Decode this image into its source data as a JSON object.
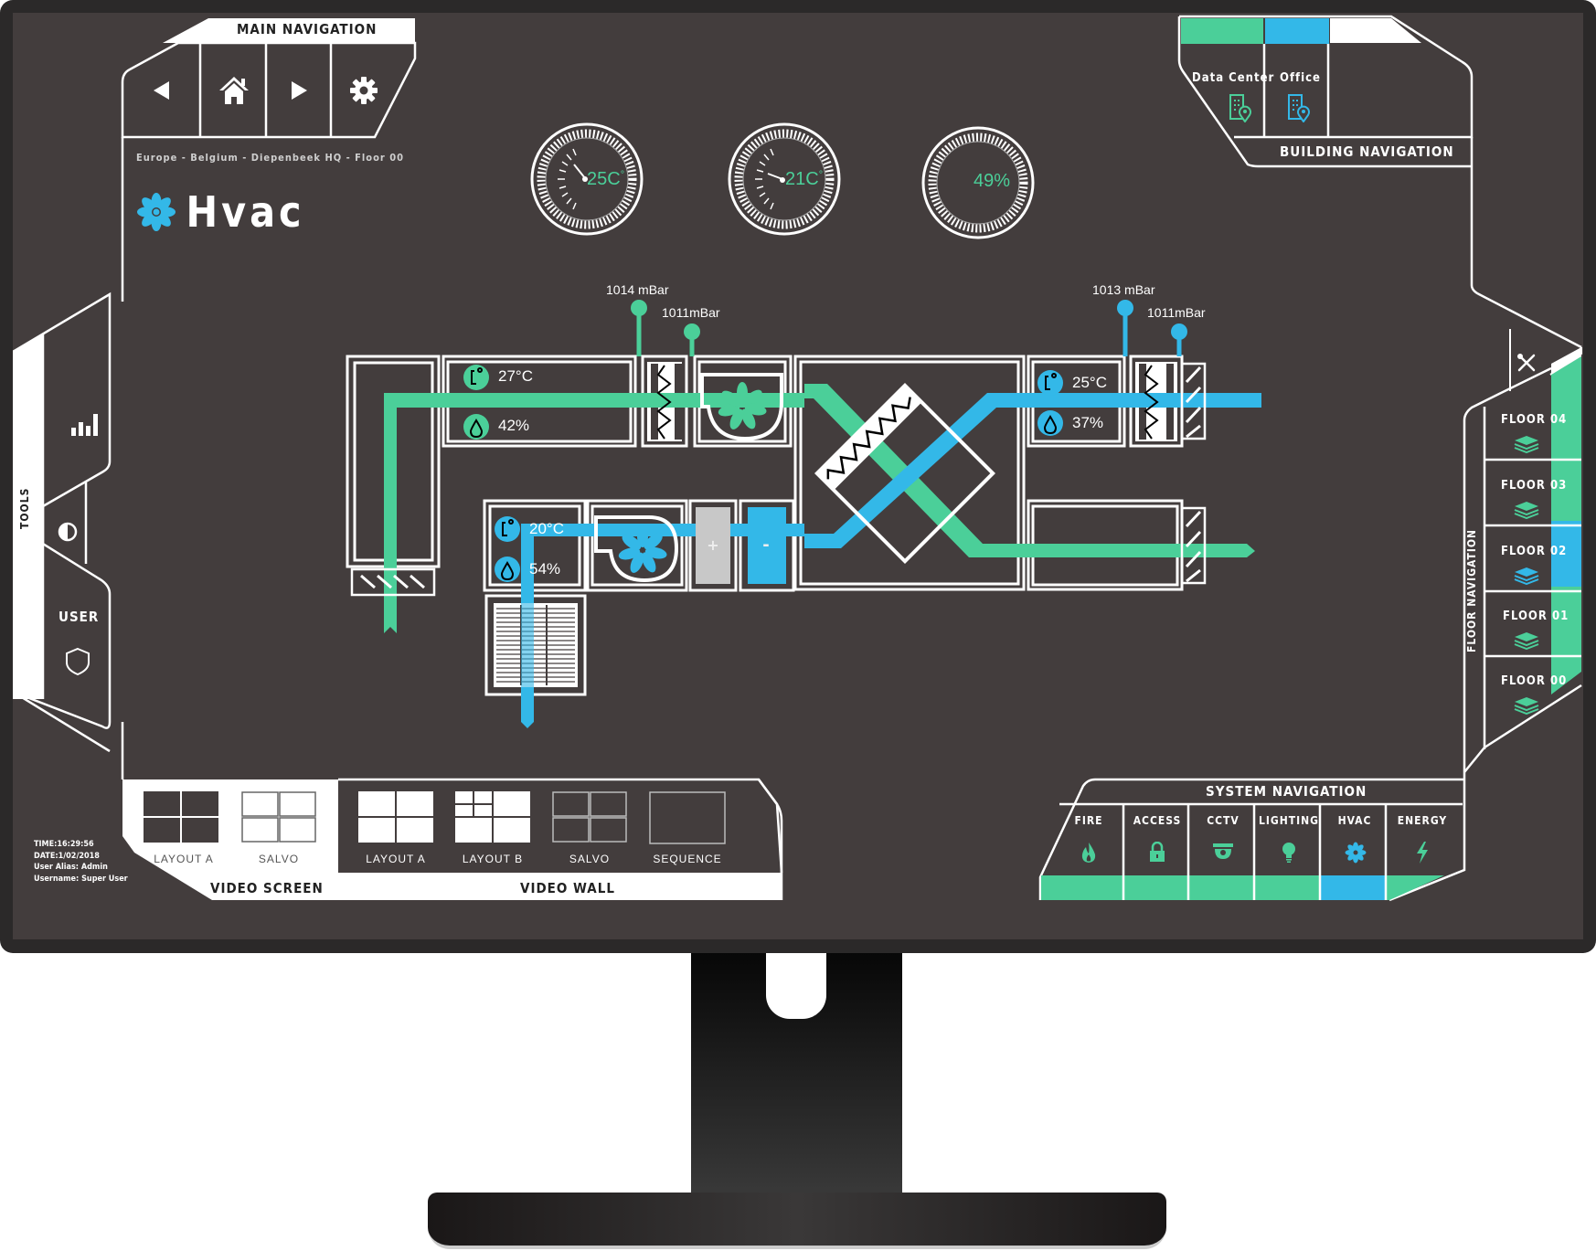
{
  "colors": {
    "green": "#4bcf99",
    "blue": "#33b8e8",
    "panel": "#433d3d",
    "white": "#ffffff",
    "gray": "#c8c8c8"
  },
  "main_nav": {
    "title": "MAIN NAVIGATION",
    "buttons": [
      {
        "name": "back",
        "icon": "triangle-left-icon"
      },
      {
        "name": "home",
        "icon": "home-icon"
      },
      {
        "name": "forward",
        "icon": "triangle-right-icon"
      },
      {
        "name": "settings",
        "icon": "gear-icon"
      }
    ]
  },
  "breadcrumb": "Europe - Belgium - Diepenbeek HQ - Floor 00",
  "page_title": "Hvac",
  "gauges": [
    {
      "value": "25C",
      "unit": "°",
      "kind": "temperature"
    },
    {
      "value": "21C",
      "unit": "°",
      "kind": "temperature"
    },
    {
      "value": "49%",
      "kind": "percentage"
    }
  ],
  "building_nav": {
    "title": "BUILDING NAVIGATION",
    "items": [
      {
        "label": "Data Center",
        "color": "#4bcf99",
        "icon": "building-location-icon"
      },
      {
        "label": "Office",
        "color": "#33b8e8",
        "icon": "building-location-icon"
      }
    ]
  },
  "tools_sidebar": {
    "label": "TOOLS",
    "items": [
      {
        "icon": "bar-chart-icon"
      },
      {
        "icon": "contrast-icon"
      }
    ],
    "user_label": "USER",
    "user_icon": "shield-icon"
  },
  "floor_nav": {
    "title": "FLOOR NAVIGATION",
    "tools_icon": "wrench-screwdriver-icon",
    "floors": [
      {
        "label": "FLOOR 04",
        "color": "#4bcf99"
      },
      {
        "label": "FLOOR 03",
        "color": "#4bcf99"
      },
      {
        "label": "FLOOR 02",
        "color": "#33b8e8"
      },
      {
        "label": "FLOOR 01",
        "color": "#4bcf99"
      },
      {
        "label": "FLOOR 00",
        "color": "#4bcf99"
      }
    ]
  },
  "diagram": {
    "pressures": [
      {
        "label": "1014 mBar",
        "color": "#4bcf99"
      },
      {
        "label": "1011mBar",
        "color": "#4bcf99"
      },
      {
        "label": "1013 mBar",
        "color": "#33b8e8"
      },
      {
        "label": "1011mBar",
        "color": "#33b8e8"
      }
    ],
    "sensors": [
      {
        "temp": "27°C",
        "humidity": "42%",
        "color": "#4bcf99"
      },
      {
        "temp": "25°C",
        "humidity": "37%",
        "color": "#33b8e8"
      },
      {
        "temp": "20°C",
        "humidity": "54%",
        "color": "#33b8e8"
      }
    ],
    "heater_label": "+",
    "cooler_label": "-"
  },
  "status_info": {
    "time": "TIME:16:29:56",
    "date": "DATE:1/02/2018",
    "alias": "User Alias: Admin",
    "username": "Username: Super User"
  },
  "video_screen": {
    "title": "VIDEO SCREEN",
    "layouts": [
      {
        "label": "LAYOUT A"
      },
      {
        "label": "SALVO"
      }
    ]
  },
  "video_wall": {
    "title": "VIDEO WALL",
    "layouts": [
      {
        "label": "LAYOUT A"
      },
      {
        "label": "LAYOUT B"
      },
      {
        "label": "SALVO"
      },
      {
        "label": "SEQUENCE"
      }
    ]
  },
  "system_nav": {
    "title": "SYSTEM NAVIGATION",
    "items": [
      {
        "label": "FIRE",
        "icon": "flame-icon",
        "color": "#4bcf99"
      },
      {
        "label": "ACCESS",
        "icon": "lock-icon",
        "color": "#4bcf99"
      },
      {
        "label": "CCTV",
        "icon": "dome-camera-icon",
        "color": "#4bcf99"
      },
      {
        "label": "LIGHTING",
        "icon": "bulb-icon",
        "color": "#4bcf99"
      },
      {
        "label": "HVAC",
        "icon": "fan-icon",
        "color": "#33b8e8"
      },
      {
        "label": "ENERGY",
        "icon": "lightning-icon",
        "color": "#4bcf99"
      }
    ]
  }
}
